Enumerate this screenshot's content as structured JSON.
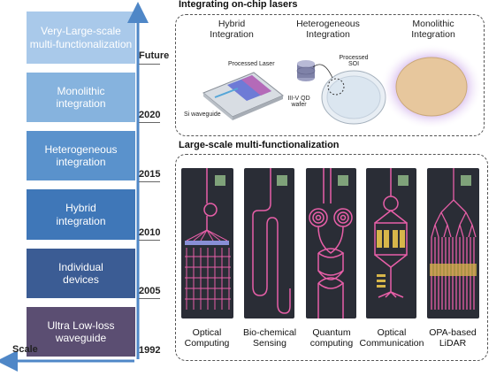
{
  "stages": [
    {
      "line1": "Very-Large-scale",
      "line2": "multi-functionalization",
      "color": "#a9c9ea"
    },
    {
      "line1": "Monolithic",
      "line2": "integration",
      "color": "#86b3de"
    },
    {
      "line1": "Heterogeneous",
      "line2": "integration",
      "color": "#5a92cc"
    },
    {
      "line1": "Hybrid",
      "line2": "integration",
      "color": "#3f77b8"
    },
    {
      "line1": "Individual",
      "line2": "devices",
      "color": "#3b5c94"
    },
    {
      "line1": "Ultra Low-loss",
      "line2": "waveguide",
      "color": "#5b4e72"
    }
  ],
  "timeline": {
    "years": [
      "Future",
      "2020",
      "2015",
      "2010",
      "2005",
      "1992"
    ],
    "scale_label": "Scale"
  },
  "top_section": {
    "title": "Integrating on-chip lasers",
    "columns": [
      {
        "line1": "Hybrid",
        "line2": "Integration"
      },
      {
        "line1": "Heterogeneous",
        "line2": "Integration"
      },
      {
        "line1": "Monolithic",
        "line2": "Integration"
      }
    ],
    "hybrid_labels": {
      "laser": "Processed Laser",
      "waveguide": "Si waveguide"
    },
    "hetero_labels": {
      "wafer_line1": "III-V QD",
      "wafer_line2": "wafer",
      "soi_line1": "Processed",
      "soi_line2": "SOI"
    }
  },
  "bottom_section": {
    "title": "Large-scale multi-functionalization",
    "applications": [
      {
        "line1": "Optical",
        "line2": "Computing"
      },
      {
        "line1": "Bio-chemical",
        "line2": "Sensing"
      },
      {
        "line1": "Quantum",
        "line2": "computing"
      },
      {
        "line1": "Optical",
        "line2": "Communication"
      },
      {
        "line1": "OPA-based",
        "line2": "LiDAR"
      }
    ]
  },
  "colors": {
    "waveguide": "#e85fa8",
    "chip": "#2a2d36",
    "pad": "#7fa27a",
    "modulator": "#d7b64a",
    "arrow": "#4f87c7"
  }
}
